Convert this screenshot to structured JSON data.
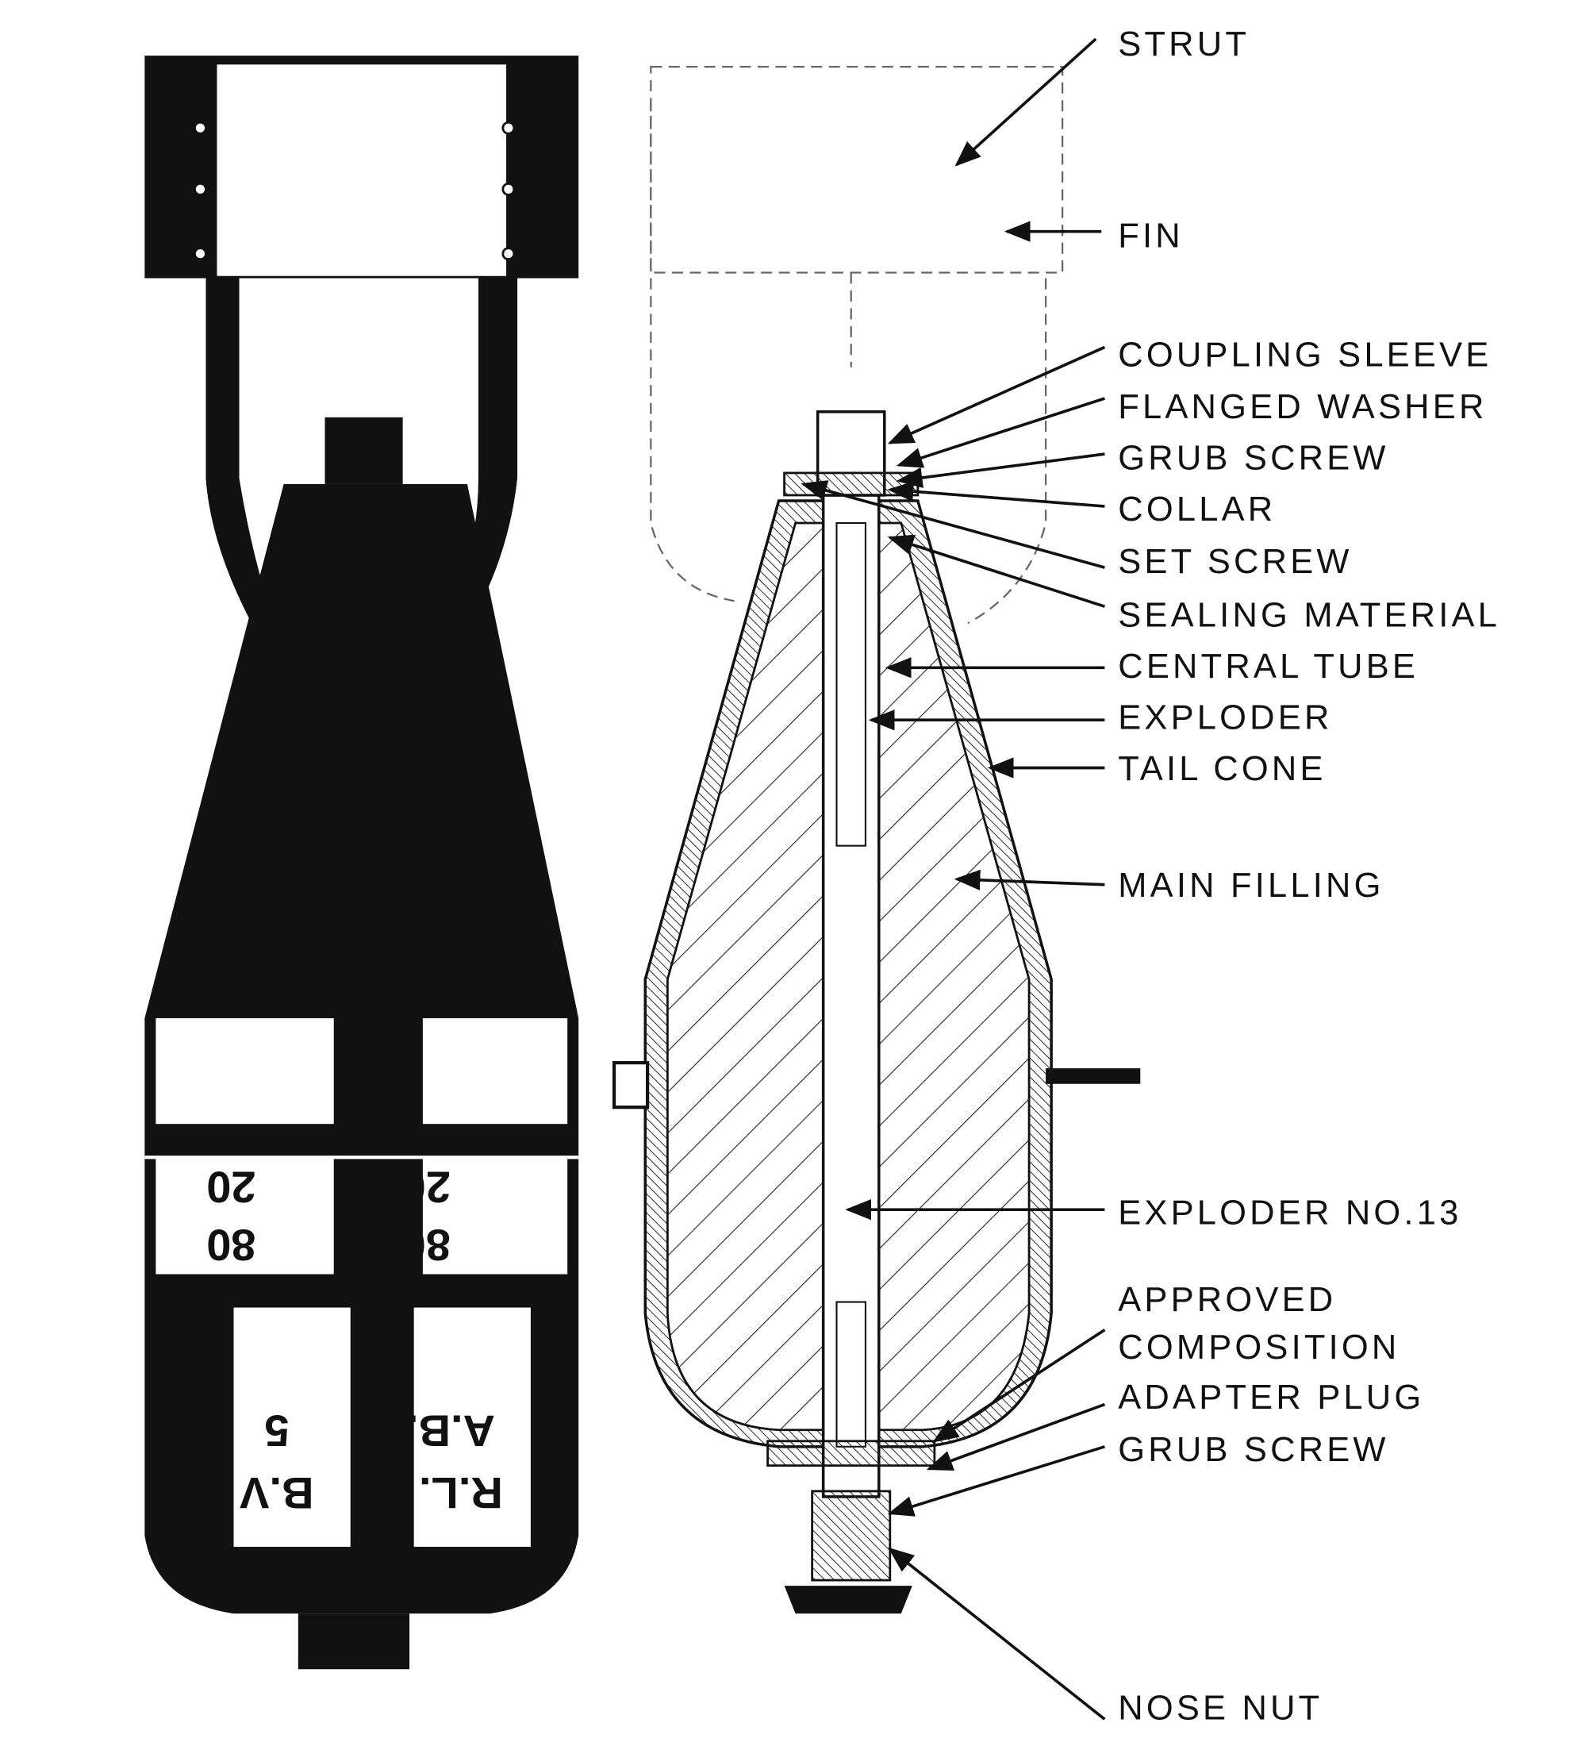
{
  "labels": {
    "strut": "STRUT",
    "fin": "FIN",
    "coupling_sleeve": "COUPLING SLEEVE",
    "flanged_washer": "FLANGED WASHER",
    "grub_screw_upper": "GRUB SCREW",
    "collar": "COLLAR",
    "set_screw": "SET SCREW",
    "sealing_material": "SEALING MATERIAL",
    "central_tube": "CENTRAL TUBE",
    "exploder": "EXPLODER",
    "tail_cone": "TAIL CONE",
    "main_filling": "MAIN FILLING",
    "exploder_no13": "EXPLODER NO.13",
    "approved_line1": "APPROVED",
    "approved_line2": "COMPOSITION",
    "adapter_plug": "ADAPTER PLUG",
    "grub_screw_lower": "GRUB SCREW",
    "nose_nut": "NOSE NUT"
  },
  "bomb_markings": {
    "ratio_top": "20",
    "ratio_bottom": "80",
    "line1_left": "R.L.",
    "line1_right": "B.V",
    "line2_left": "A.B.",
    "line2_right": "5"
  },
  "colors": {
    "ink": "#111111",
    "paper": "#ffffff"
  }
}
